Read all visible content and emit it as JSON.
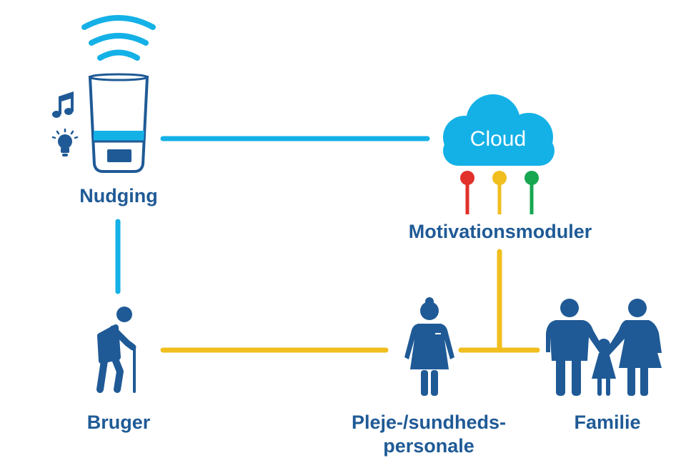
{
  "colors": {
    "primary": "#1f5a96",
    "cyan": "#14b1e7",
    "yellow": "#f0be1e",
    "red": "#e2302a",
    "green": "#17a751"
  },
  "nodes": {
    "nudging": {
      "label": "Nudging"
    },
    "cloud": {
      "label": "Cloud"
    },
    "motivation": {
      "label": "Motivationsmoduler"
    },
    "user": {
      "label": "Bruger"
    },
    "staff": {
      "line1": "Pleje-/sundheds-",
      "line2": "personale"
    },
    "family": {
      "label": "Familie"
    }
  }
}
